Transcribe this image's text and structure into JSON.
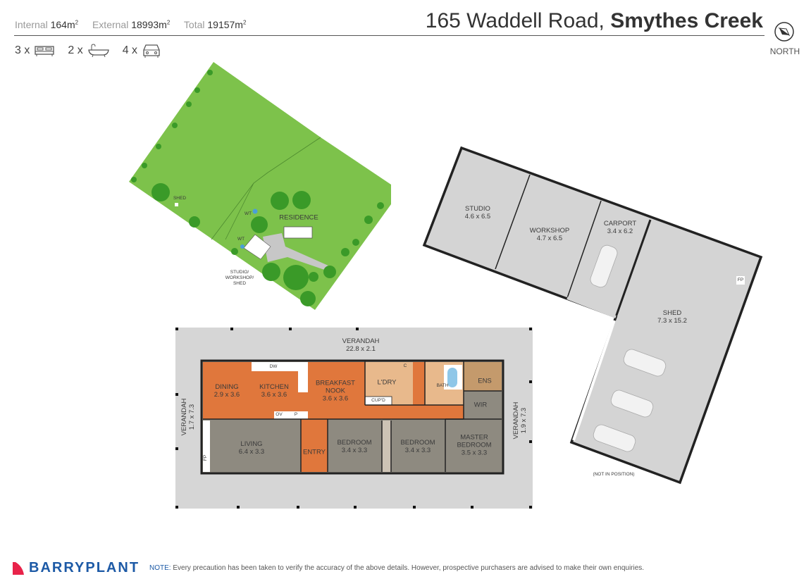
{
  "header": {
    "stats": [
      {
        "label": "Internal",
        "value": "164m",
        "unit_sup": "2"
      },
      {
        "label": "External",
        "value": "18993m",
        "unit_sup": "2"
      },
      {
        "label": "Total",
        "value": "19157m",
        "unit_sup": "2"
      }
    ],
    "address": "165 Waddell Road,",
    "suburb": "Smythes Creek",
    "counts": [
      {
        "value": "3 x",
        "icon": "bed-icon"
      },
      {
        "value": "2 x",
        "icon": "bath-icon"
      },
      {
        "value": "4 x",
        "icon": "car-icon"
      }
    ],
    "north_label": "NORTH"
  },
  "site_plan": {
    "shed": "SHED",
    "wt1": "WT",
    "wt2": "WT",
    "residence": "RESIDENCE",
    "studio_workshop_shed": [
      "STUDIO/",
      "WORKSHOP/",
      "SHED"
    ],
    "colors": {
      "grass": "#7dc24b",
      "trees": "#3c9a2a"
    }
  },
  "outbuildings": {
    "studio": {
      "name": "STUDIO",
      "dims": "4.6 x 6.5"
    },
    "workshop": {
      "name": "WORKSHOP",
      "dims": "4.7 x 6.5"
    },
    "carport": {
      "name": "CARPORT",
      "dims": "3.4 x 6.2"
    },
    "shed": {
      "name": "SHED",
      "dims": "7.3 x 15.2"
    },
    "fp": "FP",
    "not_in_position": "(NOT IN POSITION)"
  },
  "floor_plan": {
    "verandah_top": {
      "name": "VERANDAH",
      "dims": "22.8 x 2.1"
    },
    "verandah_left": {
      "name": "VERANDAH",
      "dims": "1.7 x 7.3"
    },
    "verandah_right": {
      "name": "VERANDAH",
      "dims": "1.9 x 7.3"
    },
    "dining": {
      "name": "DINING",
      "dims": "2.9 x 3.6"
    },
    "kitchen": {
      "name": "KITCHEN",
      "dims": "3.6 x 3.6"
    },
    "breakfast": {
      "name1": "BREAKFAST",
      "name2": "NOOK",
      "dims": "3.6 x 3.6"
    },
    "laundry": "L'DRY",
    "cupboard": "CUP'D",
    "c": "C",
    "bath": "BATH",
    "ens": "ENS",
    "wir": "WIR",
    "dw": "DW",
    "ov": "OV",
    "p": "P",
    "fp": "FP",
    "living": {
      "name": "LIVING",
      "dims": "6.4 x 3.3"
    },
    "entry": "ENTRY",
    "bedroom1": {
      "name": "BEDROOM",
      "dims": "3.4 x 3.3"
    },
    "bedroom2": {
      "name": "BEDROOM",
      "dims": "3.4 x 3.3"
    },
    "master": {
      "name1": "MASTER",
      "name2": "BEDROOM",
      "dims": "3.5 x 3.3"
    },
    "colors": {
      "tile": "#e0773c",
      "carpet": "#8e8a80",
      "laundry": "#e8b98c",
      "verandah": "#d6d6d6"
    }
  },
  "footer": {
    "brand": "BARRYPLANT",
    "note_label": "NOTE:",
    "note": "Every precaution has been taken to verify the accuracy of the above details. However, prospective purchasers are advised to make their own enquiries."
  }
}
